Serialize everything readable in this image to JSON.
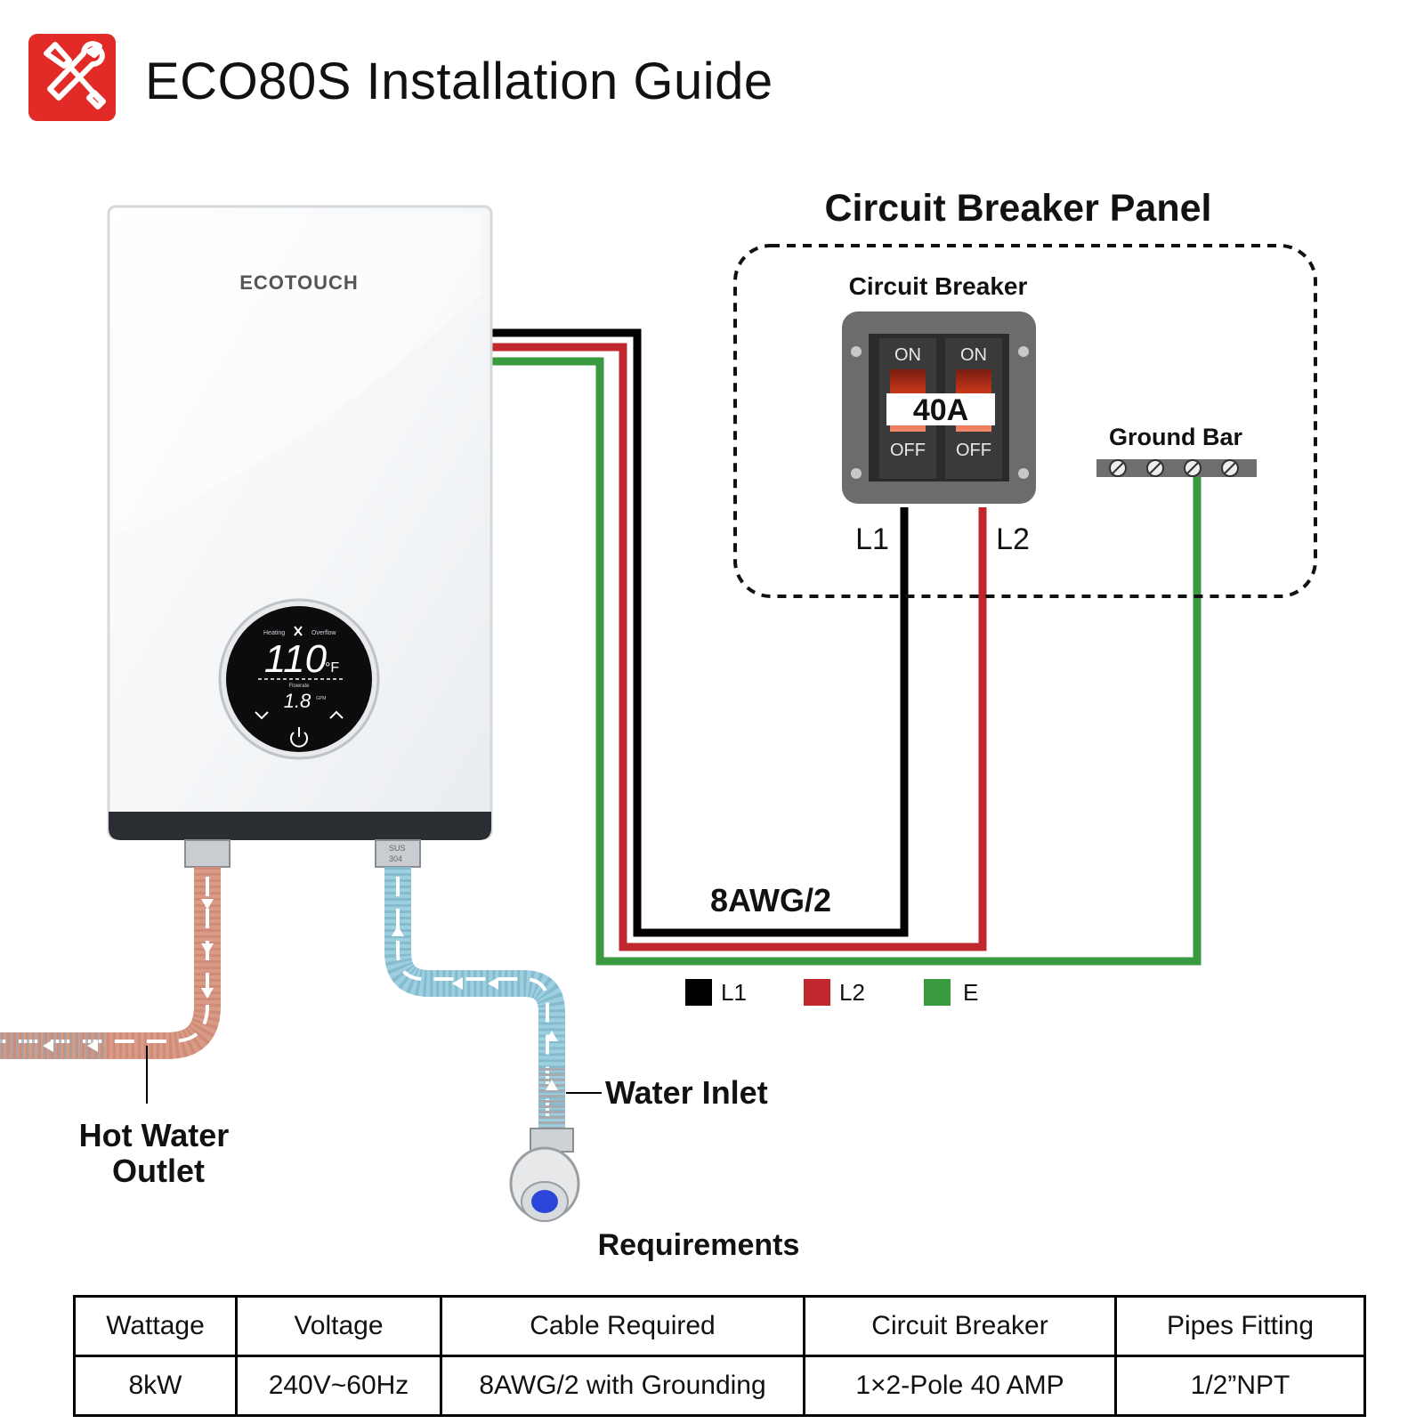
{
  "header": {
    "title": "ECO80S Installation Guide",
    "logo_icon": "wrench-screwdriver-icon",
    "logo_color": "#e22a27"
  },
  "heater": {
    "brand": "ECOTOUCH",
    "display": {
      "heating_label": "Heating",
      "overflow_label": "Overflow",
      "temperature": "110",
      "temp_unit": "°F",
      "flowrate_label": "Flowrate",
      "flowrate": "1.8",
      "flow_unit": "GPM"
    }
  },
  "panel": {
    "title": "Circuit Breaker Panel",
    "breaker_label": "Circuit Breaker",
    "breaker_rating": "40A",
    "switch_on": "ON",
    "switch_off": "OFF",
    "ground_bar_label": "Ground Bar",
    "l1_label": "L1",
    "l2_label": "L2"
  },
  "cable_label": "8AWG/2",
  "legend": [
    {
      "label": "L1",
      "color": "#000000"
    },
    {
      "label": "L2",
      "color": "#c0282d"
    },
    {
      "label": "E",
      "color": "#3a9a3f"
    }
  ],
  "pipes": {
    "hot_outlet_label": "Hot Water Outlet",
    "inlet_label": "Water Inlet",
    "fitting_mark": "SUS 304"
  },
  "requirements": {
    "title": "Requirements",
    "headers": [
      "Wattage",
      "Voltage",
      "Cable Required",
      "Circuit Breaker",
      "Pipes Fitting"
    ],
    "values": [
      "8kW",
      "240V~60Hz",
      "8AWG/2 with Grounding",
      "1×2-Pole 40 AMP",
      "1/2”NPT"
    ]
  }
}
